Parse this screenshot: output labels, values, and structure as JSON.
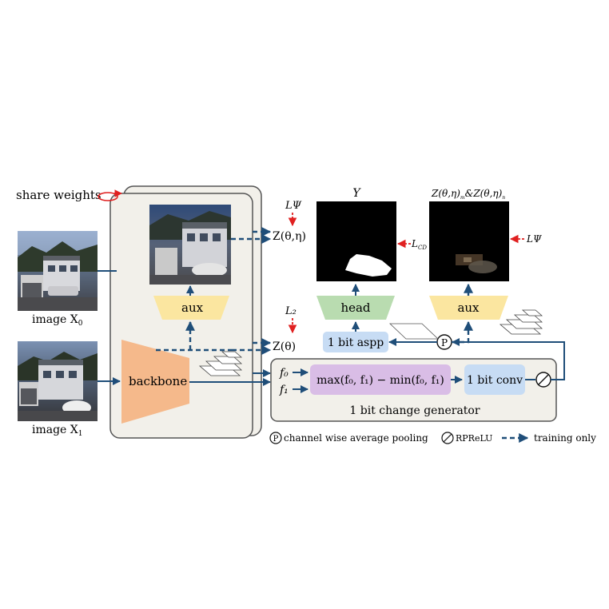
{
  "labels": {
    "share_weights": "share weights",
    "image_x0": "image X",
    "image_x0_sub": "0",
    "image_x1": "image X",
    "image_x1_sub": "1",
    "backbone": "backbone",
    "aux_left": "aux",
    "aux_right": "aux",
    "head": "head",
    "aspp": "1 bit aspp",
    "conv": "1 bit conv",
    "max_min": "max(f₀, f₁) − min(f₀, f₁)",
    "change_generator": "1 bit change generator",
    "f0": "f₀",
    "f1": "f₁",
    "z_theta_eta": "Z(θ,η)",
    "z_theta": "Z(θ)",
    "l_psi_top": "LΨ",
    "l_2": "L₂",
    "l_cd": "L",
    "l_cd_sub": "CD",
    "l_psi_right": "LΨ",
    "y_label": "Y",
    "z_pair": "Z(θ,η)",
    "z_pair_sub1": "m",
    "z_pair_and": "&Z(θ,η)",
    "z_pair_sub2": "n",
    "pool_symbol": "P"
  },
  "legend": {
    "pool": "channel wise average pooling",
    "rprelu": "RPReLU",
    "training": "training only"
  },
  "colors": {
    "arrow": "#1f4e79",
    "red": "#e02020",
    "backbone": "#f5b98b",
    "aux": "#fbe6a0",
    "head": "#b9dcb0",
    "aspp": "#c7dcf4",
    "maxmin": "#d9bde6",
    "panel": "#f2f0ea"
  },
  "icons": [
    "pool-icon",
    "rprelu-icon",
    "dashed-arrow-icon"
  ]
}
